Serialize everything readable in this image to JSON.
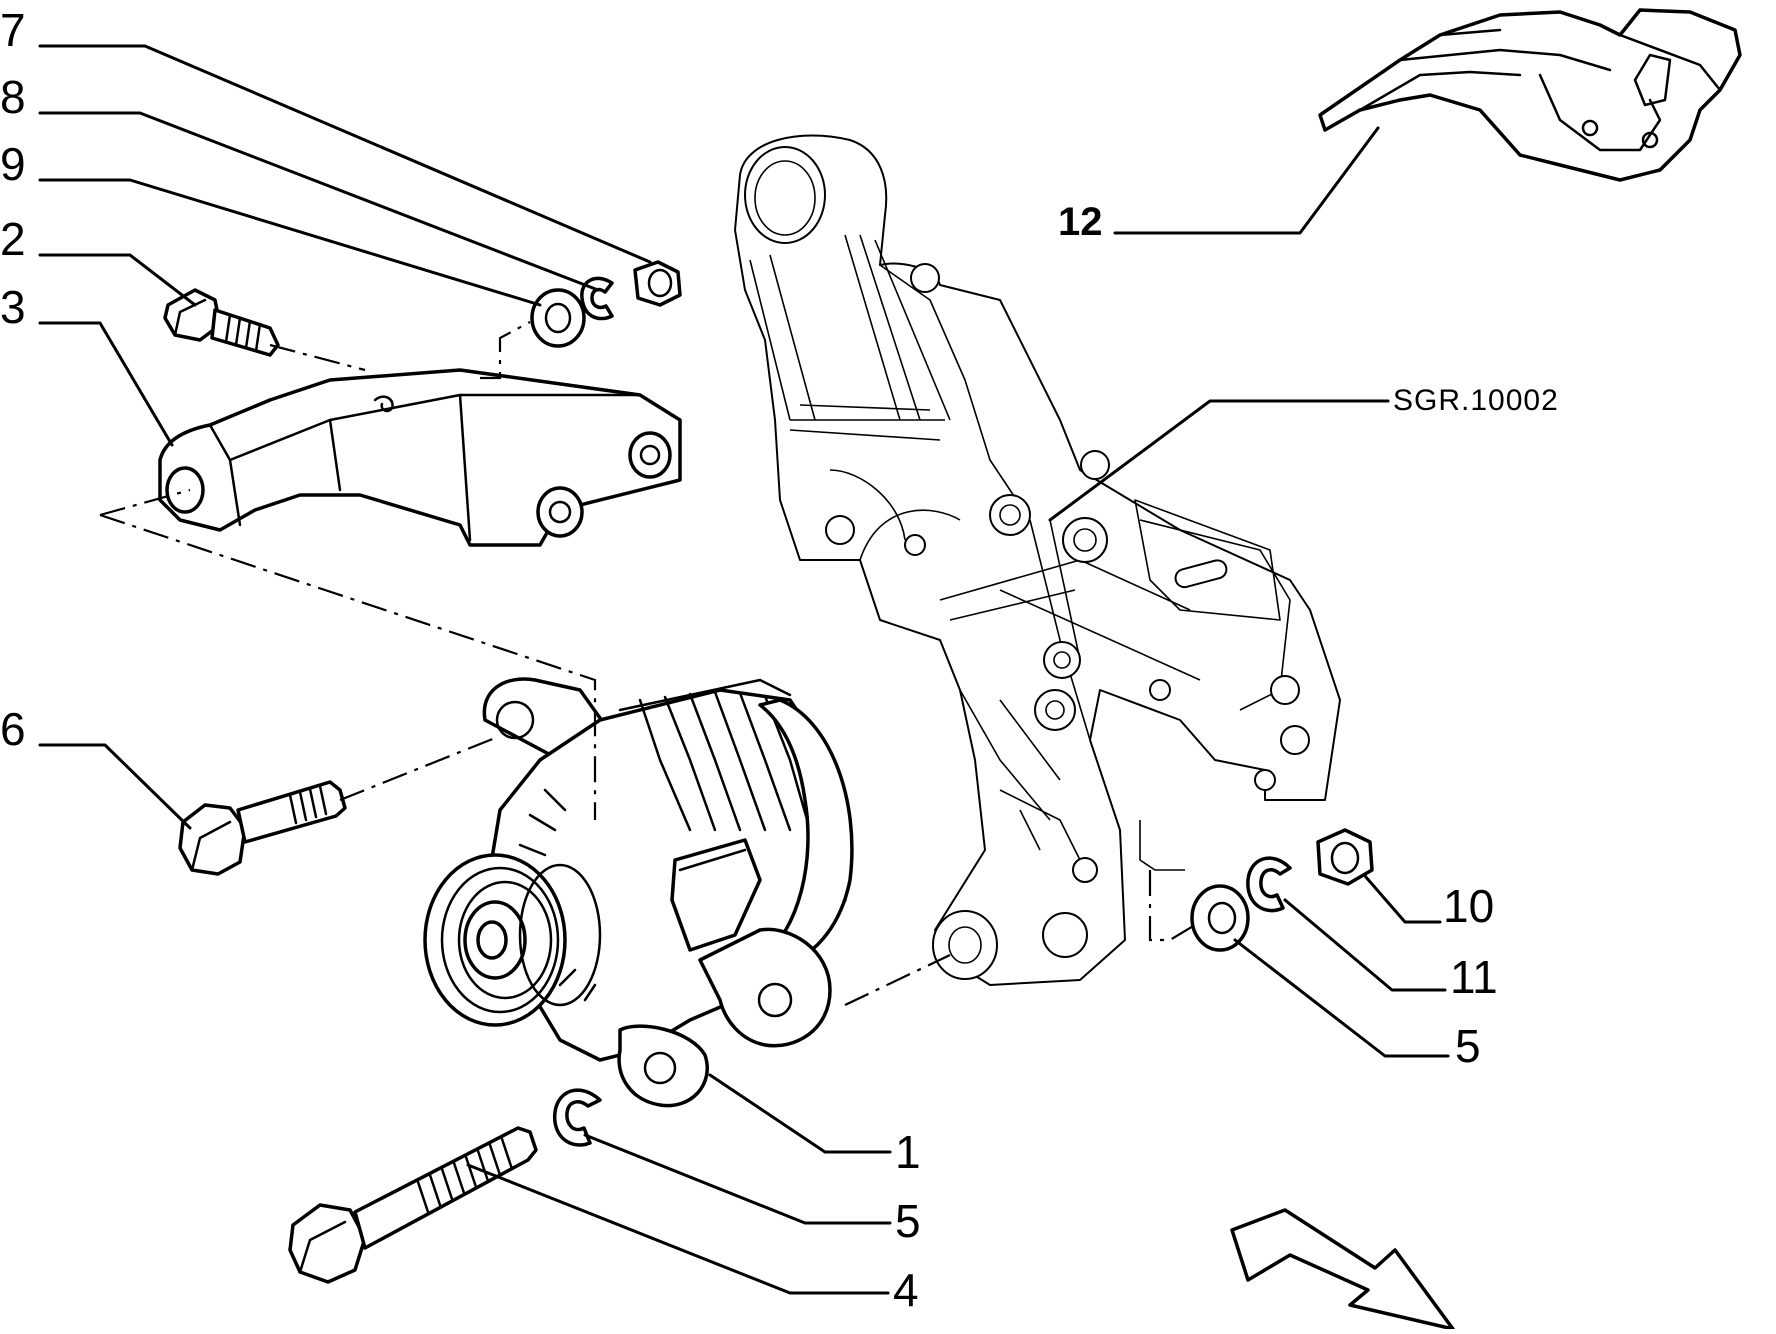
{
  "reference_code": "SGR.10002",
  "callouts": [
    {
      "id": "c7",
      "label": "7"
    },
    {
      "id": "c8",
      "label": "8"
    },
    {
      "id": "c9",
      "label": "9"
    },
    {
      "id": "c2",
      "label": "2"
    },
    {
      "id": "c3",
      "label": "3"
    },
    {
      "id": "c6",
      "label": "6"
    },
    {
      "id": "c12",
      "label": "12"
    },
    {
      "id": "c10",
      "label": "10"
    },
    {
      "id": "c11",
      "label": "11"
    },
    {
      "id": "c5a",
      "label": "5"
    },
    {
      "id": "c1",
      "label": "1"
    },
    {
      "id": "c5b",
      "label": "5"
    },
    {
      "id": "c4",
      "label": "4"
    }
  ]
}
